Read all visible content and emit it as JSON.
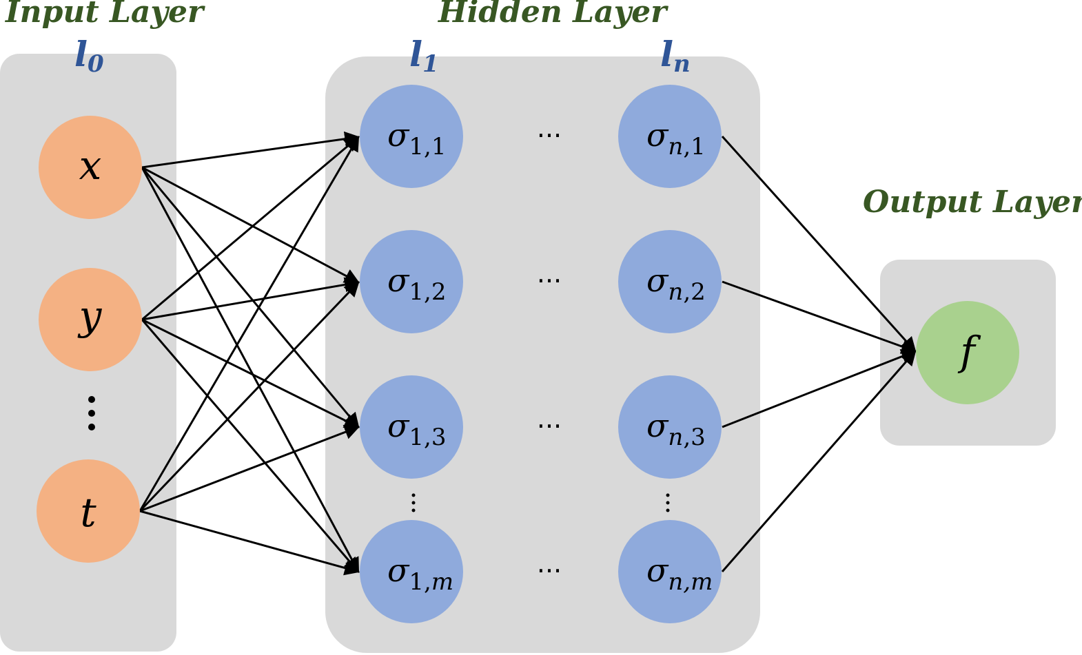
{
  "layers": {
    "input": {
      "title": "Input Layer",
      "index_main": "l",
      "index_sub": "0"
    },
    "hidden": {
      "title": "Hidden Layer",
      "first_index_main": "l",
      "first_index_sub": "1",
      "last_index_main": "l",
      "last_index_sub": "n"
    },
    "output": {
      "title": "Output Layer"
    }
  },
  "input_nodes": {
    "x": "x",
    "y": "y",
    "t": "t"
  },
  "hidden_first": [
    {
      "sym": "σ",
      "sub": "1,1"
    },
    {
      "sym": "σ",
      "sub": "1,2"
    },
    {
      "sym": "σ",
      "sub": "1,3"
    },
    {
      "sym": "σ",
      "sub_a": "1,",
      "sub_b": "m"
    }
  ],
  "hidden_last": [
    {
      "sym": "σ",
      "sub_a": "n",
      "sub_b": ",1"
    },
    {
      "sym": "σ",
      "sub_a": "n",
      "sub_b": ",2"
    },
    {
      "sym": "σ",
      "sub_a": "n",
      "sub_b": ",3"
    },
    {
      "sym": "σ",
      "sub_a": "n,m"
    }
  ],
  "ellipsis": "···",
  "output_node": "f",
  "colors": {
    "panel": "#d9d9d9",
    "input_node": "#f4b183",
    "hidden_node": "#8faadc",
    "output_node": "#a9d18e",
    "layer_title": "#385723",
    "layer_index": "#2f5597"
  }
}
